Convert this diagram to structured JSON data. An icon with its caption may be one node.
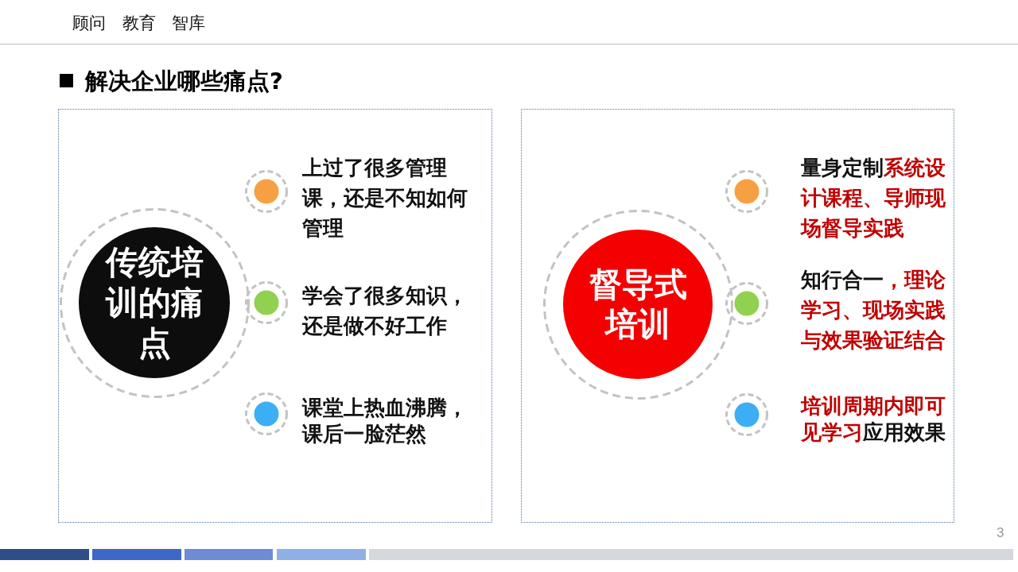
{
  "diagram": {
    "title": "解决企业哪些痛点?",
    "nodes": [
      {
        "text": [],
        "shape": "box"
      },
      {
        "text": [
          "传统培训的痛点"
        ],
        "in": 0
      },
      {
        "text": [],
        "shape": "circle",
        "in": 0,
        "beside": [
          "上过了很多管理课，还是不知如何管理"
        ]
      },
      {
        "text": [],
        "shape": "circle",
        "in": 0,
        "beside": [
          "学会了很多知识，还是做不好工作"
        ]
      },
      {
        "text": [],
        "shape": "circle",
        "in": 0,
        "beside": [
          "课堂上热血沸腾，课后一脸茫然"
        ]
      },
      {
        "text": [],
        "shape": "box"
      },
      {
        "text": [
          "督导式培训"
        ],
        "in": 5
      },
      {
        "text": [],
        "shape": "circle",
        "in": 5,
        "beside": [
          "量身定制**系统设计课程、导师现场督导实践**"
        ]
      },
      {
        "text": [],
        "shape": "circle",
        "in": 5,
        "beside": [
          "知行合一**，理论学习、现场实践与效果验证结合**"
        ]
      },
      {
        "text": [],
        "shape": "circle",
        "in": 5,
        "beside": [
          "**培训周期内即可见学习**应用效果"
        ]
      }
    ],
    "labels": [
      "顾问 教育 智库",
      "3"
    ]
  }
}
